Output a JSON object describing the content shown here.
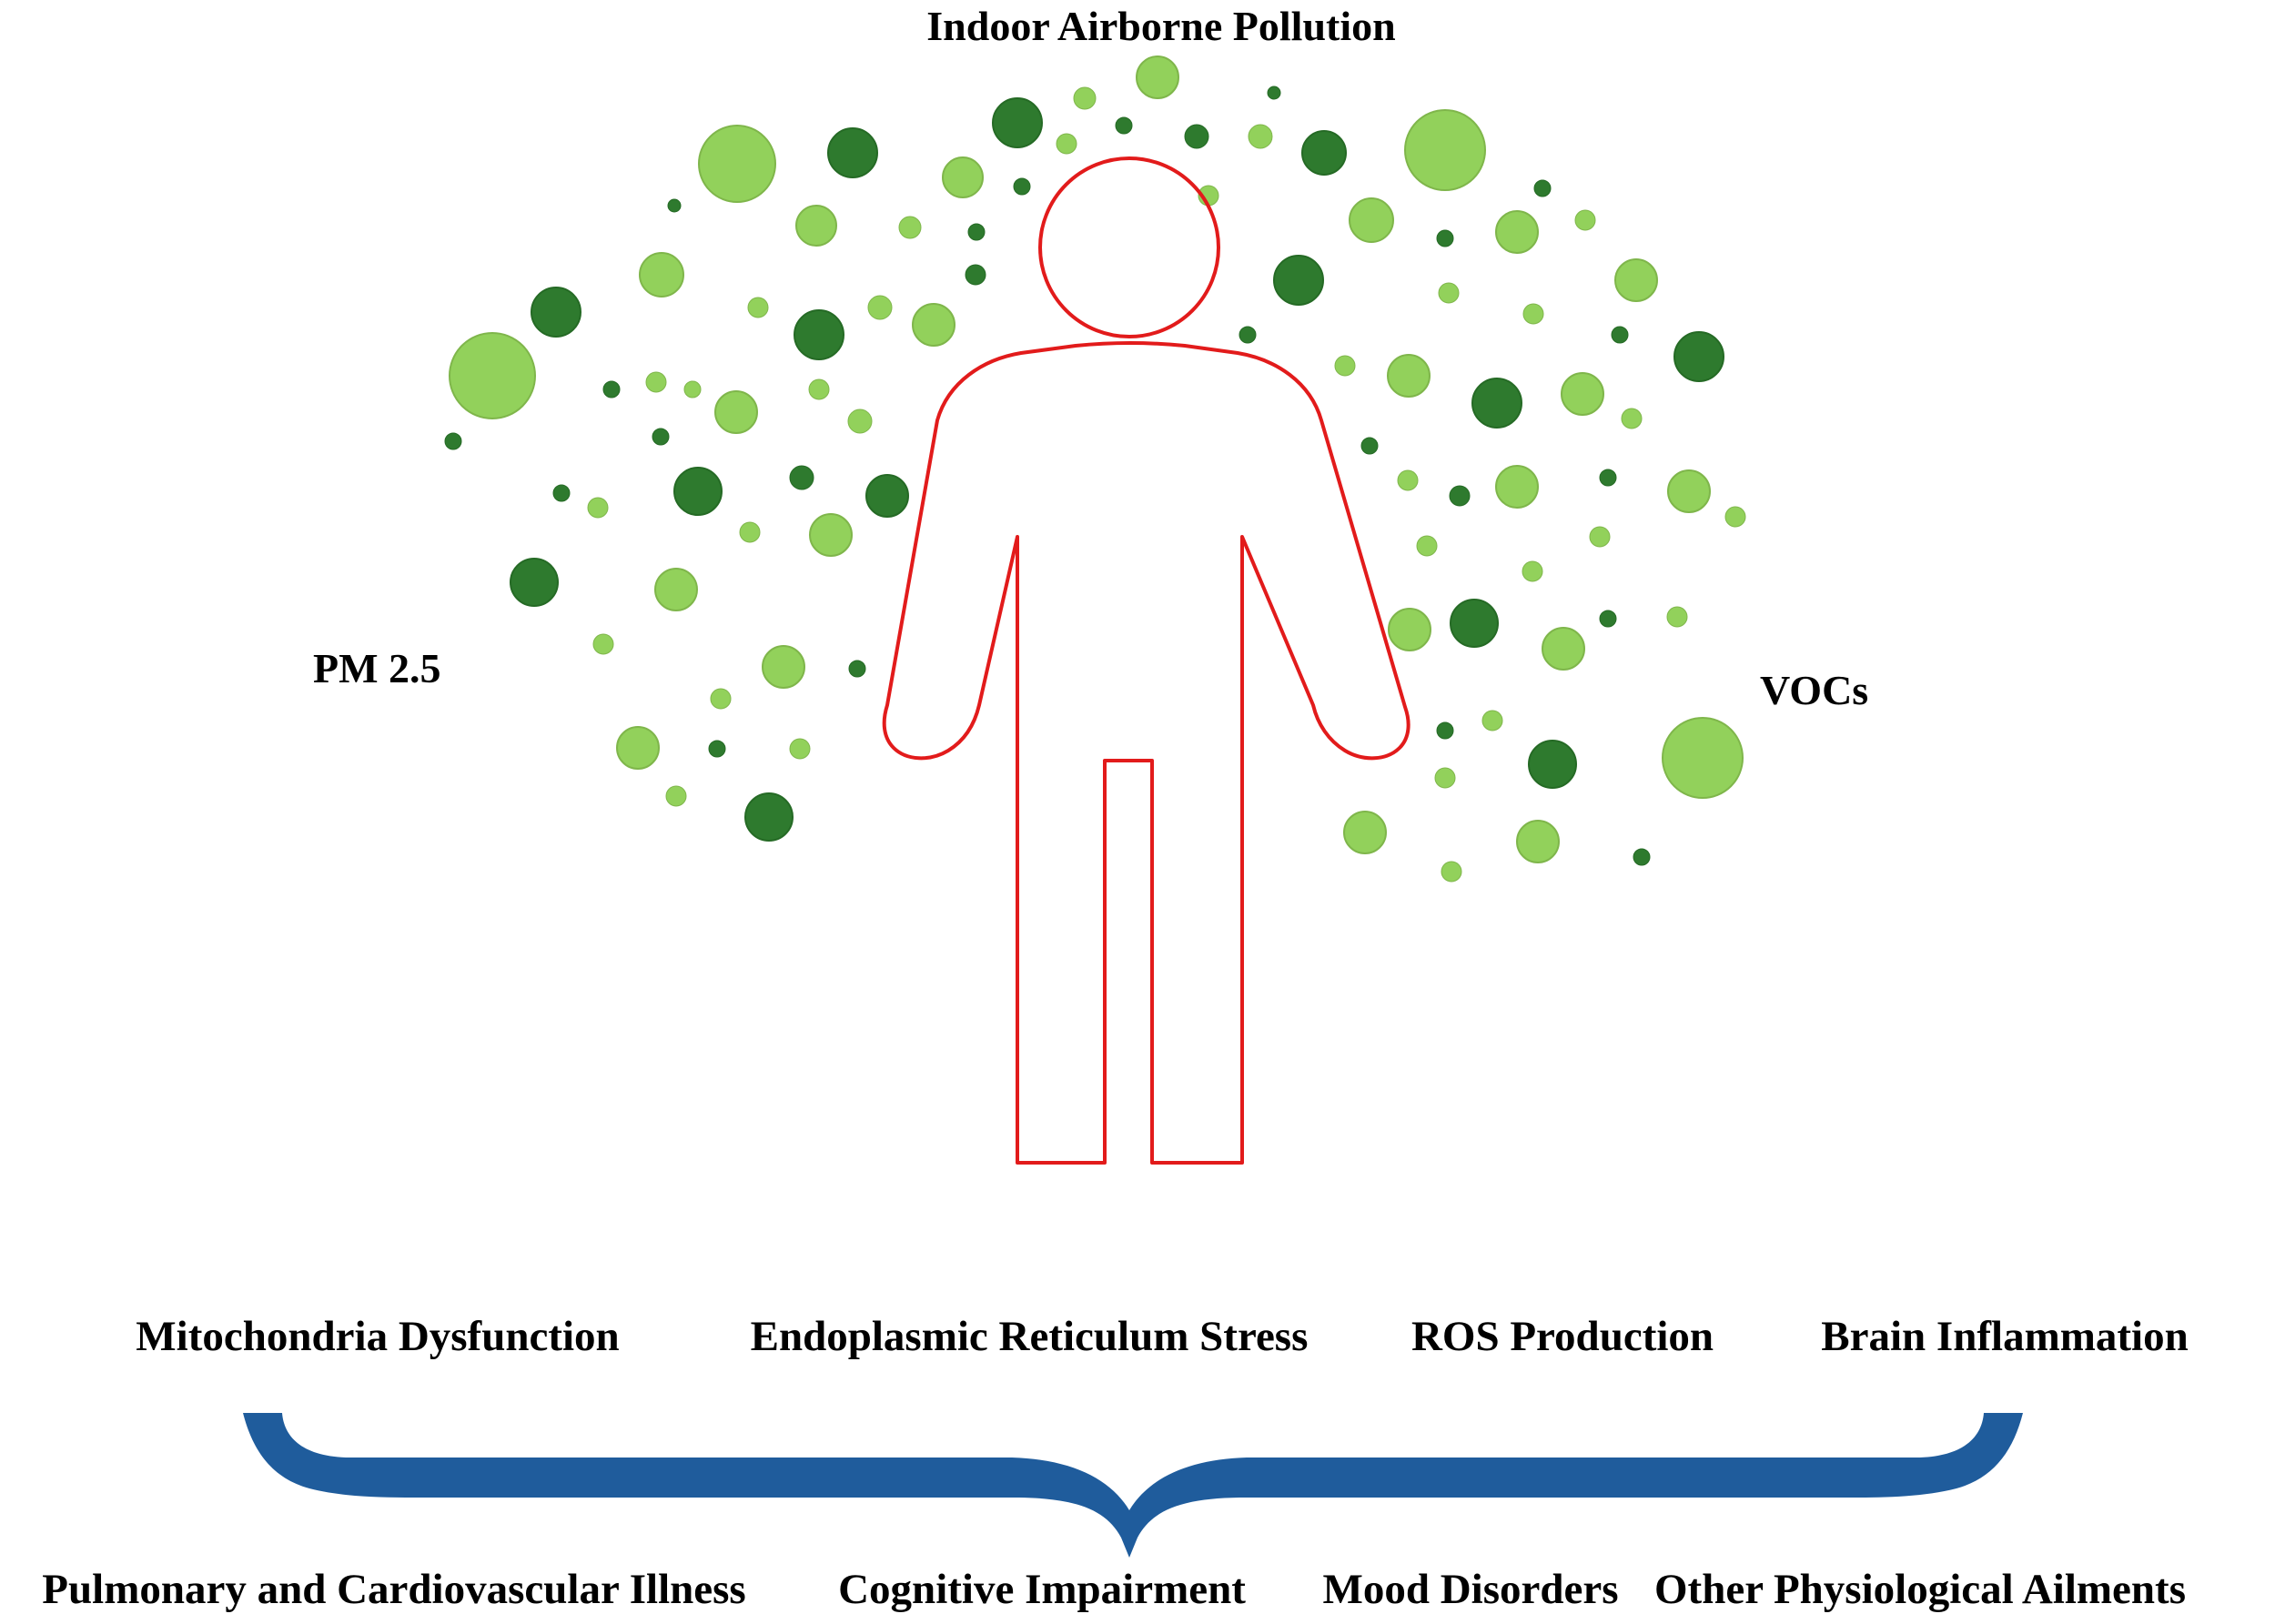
{
  "title": "Indoor Airborne Pollution",
  "sources": {
    "left": "PM 2.5",
    "right": "VOCs"
  },
  "mechanisms": [
    "Mitochondria Dysfunction",
    "Endoplasmic Reticulum Stress",
    "ROS Production",
    "Brain Inflammation"
  ],
  "outcomes": [
    "Pulmonary and Cardiovascular Illness",
    "Cognitive Impairment",
    "Mood Disorders",
    "Other Physiological Ailments"
  ],
  "colors": {
    "particle_light": "#92d15b",
    "particle_light_stroke": "#7fb64b",
    "particle_dark": "#2e7a2e",
    "particle_dark_stroke": "#256a25",
    "person_outline": "#e21b1b",
    "brace": "#1f5c9c",
    "text": "#000000"
  },
  "icons": {
    "person": "human-figure-outline-icon",
    "particles": "pollution-particle-icon",
    "brace": "curly-brace-icon"
  }
}
